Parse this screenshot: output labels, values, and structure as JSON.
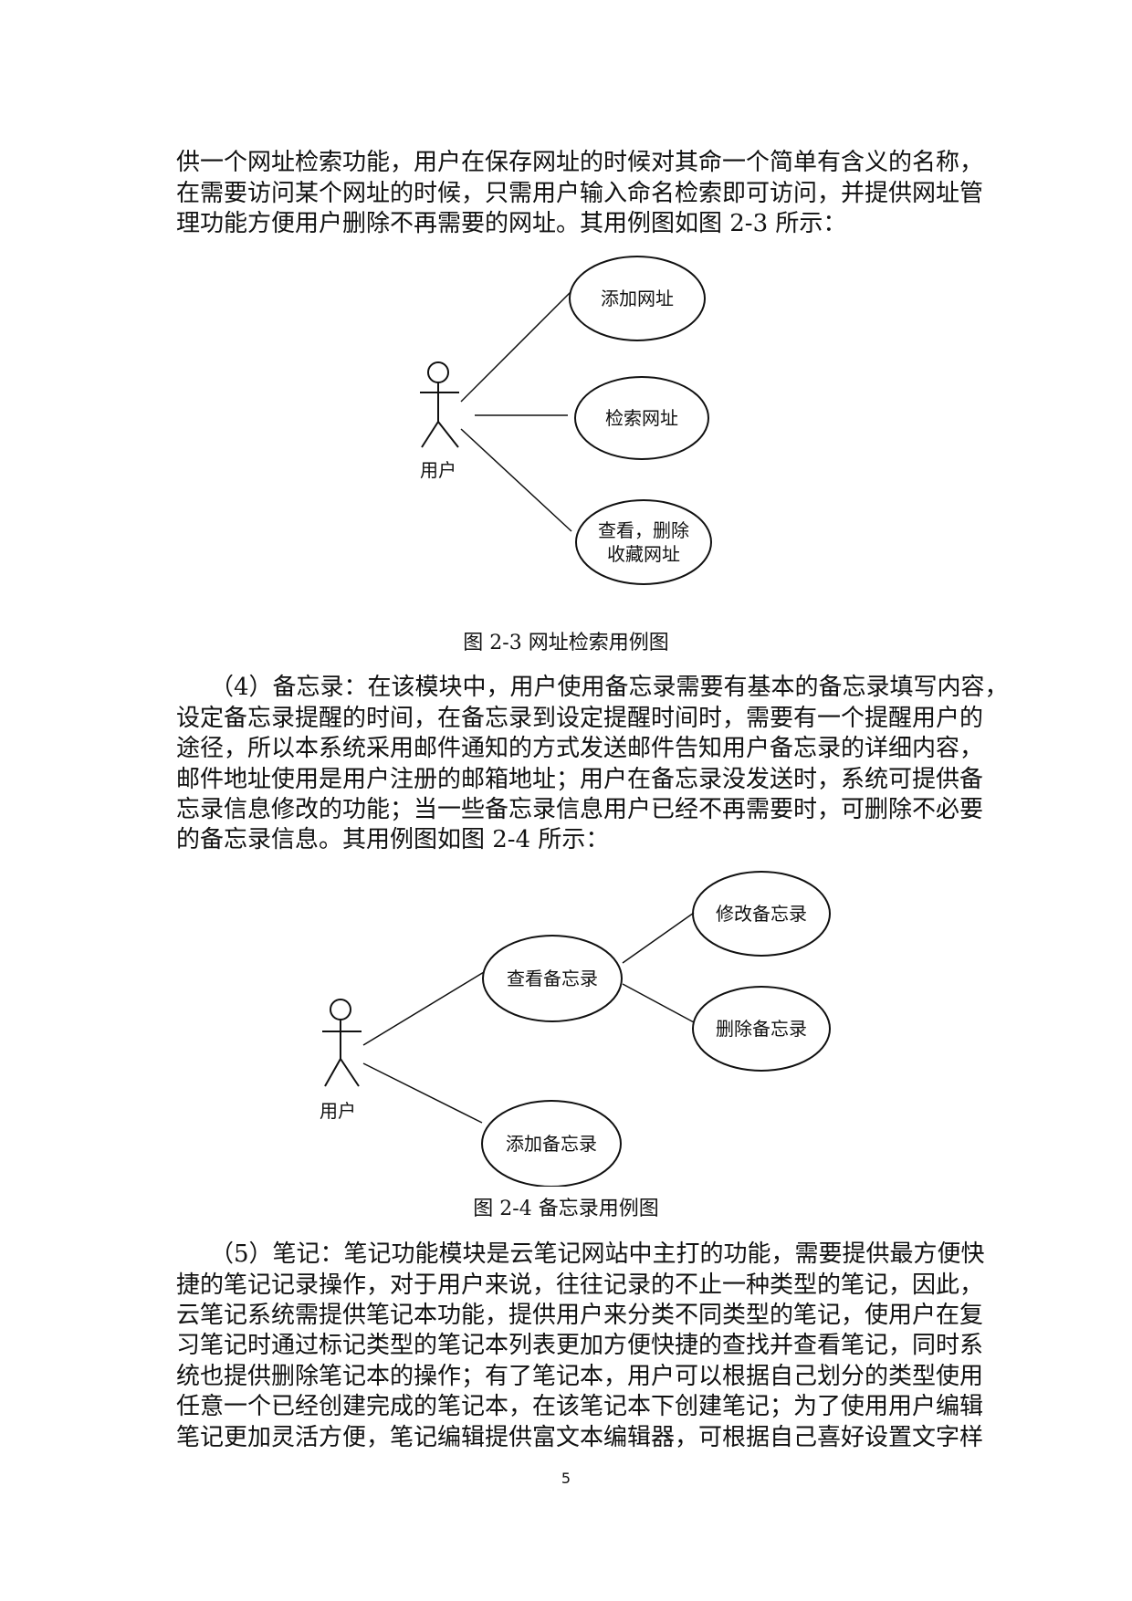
{
  "para1": {
    "lines": [
      "供一个网址检索功能，用户在保存网址的时候对其命一个简单有含义的名称，",
      "在需要访问某个网址的时候，只需用户输入命名检索即可访问，并提供网址管",
      "理功能方便用户删除不再需要的网址。其用例图如图 2-3 所示："
    ]
  },
  "figure1": {
    "actor_label": "用户",
    "uc_add": "添加网址",
    "uc_search": "检索网址",
    "uc_view_line1": "查看，删除",
    "uc_view_line2": "收藏网址",
    "caption": "图 2-3  网址检索用例图"
  },
  "para2": {
    "lines": [
      "（4）备忘录：在该模块中，用户使用备忘录需要有基本的备忘录填写内容，",
      "设定备忘录提醒的时间，在备忘录到设定提醒时间时，需要有一个提醒用户的",
      "途径，所以本系统采用邮件通知的方式发送邮件告知用户备忘录的详细内容，",
      "邮件地址使用是用户注册的邮箱地址；用户在备忘录没发送时，系统可提供备",
      "忘录信息修改的功能；当一些备忘录信息用户已经不再需要时，可删除不必要",
      "的备忘录信息。其用例图如图 2-4 所示："
    ]
  },
  "figure2": {
    "actor_label": "用户",
    "uc_view": "查看备忘录",
    "uc_edit": "修改备忘录",
    "uc_delete": "删除备忘录",
    "uc_add": "添加备忘录",
    "caption": "图 2-4  备忘录用例图"
  },
  "para3": {
    "lines": [
      "（5）笔记：笔记功能模块是云笔记网站中主打的功能，需要提供最方便快",
      "捷的笔记记录操作，对于用户来说，往往记录的不止一种类型的笔记，因此，",
      "云笔记系统需提供笔记本功能，提供用户来分类不同类型的笔记，使用户在复",
      "习笔记时通过标记类型的笔记本列表更加方便快捷的查找并查看笔记，同时系",
      "统也提供删除笔记本的操作；有了笔记本，用户可以根据自己划分的类型使用",
      "任意一个已经创建完成的笔记本，在该笔记本下创建笔记；为了使用用户编辑",
      "笔记更加灵活方便，笔记编辑提供富文本编辑器，可根据自己喜好设置文字样"
    ]
  },
  "footer": {
    "page_number": "5"
  }
}
